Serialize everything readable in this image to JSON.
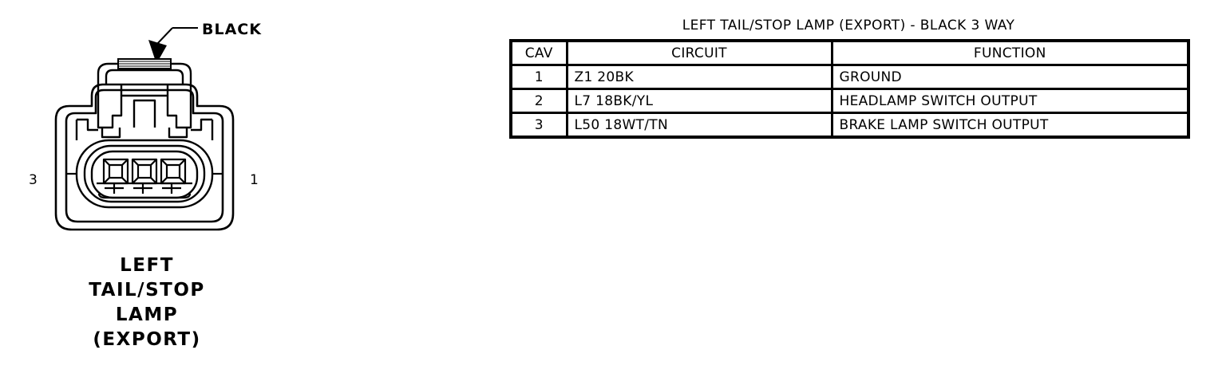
{
  "connector": {
    "callout_label": "BLACK",
    "pin_left": "3",
    "pin_right": "1",
    "caption_lines": [
      "LEFT",
      "TAIL/STOP",
      "LAMP",
      "(EXPORT)"
    ],
    "cavity_count": 3,
    "line_color": "#000000",
    "fill_color": "#ffffff"
  },
  "table": {
    "title": "LEFT TAIL/STOP LAMP (EXPORT) - BLACK 3 WAY",
    "headers": {
      "cav": "CAV",
      "circuit": "CIRCUIT",
      "function": "FUNCTION"
    },
    "rows": [
      {
        "cav": "1",
        "circuit": "Z1 20BK",
        "function": "GROUND"
      },
      {
        "cav": "2",
        "circuit": "L7 18BK/YL",
        "function": "HEADLAMP SWITCH OUTPUT"
      },
      {
        "cav": "3",
        "circuit": "L50 18WT/TN",
        "function": "BRAKE LAMP SWITCH OUTPUT"
      }
    ]
  }
}
